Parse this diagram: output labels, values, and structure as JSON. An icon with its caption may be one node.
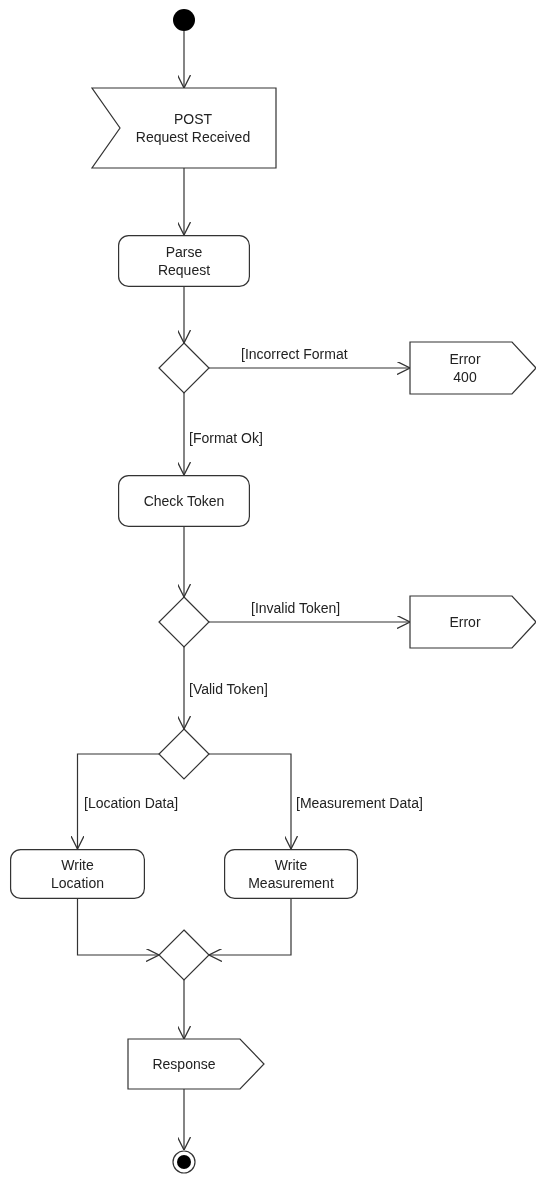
{
  "diagram": {
    "nodes": [
      {
        "text": [],
        "shape": "circle"
      },
      {
        "text": [
          "POST",
          "Request Received"
        ]
      },
      {
        "text": [
          "Parse Request"
        ]
      },
      {
        "text": [],
        "shape": "diamond"
      },
      {
        "text": [
          "Error 400"
        ]
      },
      {
        "text": [
          "Check Token"
        ]
      },
      {
        "text": [],
        "shape": "diamond"
      },
      {
        "text": [
          "Error"
        ]
      },
      {
        "text": [],
        "shape": "diamond"
      },
      {
        "text": [
          "Write Location"
        ]
      },
      {
        "text": [
          "Write Measurement"
        ]
      },
      {
        "text": [],
        "shape": "diamond"
      },
      {
        "text": [
          "Response"
        ]
      },
      {
        "text": [],
        "shape": "circle"
      }
    ],
    "edges": [
      {
        "from": 0,
        "to": 1,
        "arrow": "to"
      },
      {
        "from": 1,
        "to": 2,
        "arrow": "to"
      },
      {
        "from": 2,
        "to": 3,
        "arrow": "to"
      },
      {
        "from": 3,
        "to": 4,
        "arrow": "to",
        "label": "[Incorrect Format"
      },
      {
        "from": 3,
        "to": 5,
        "arrow": "to",
        "label": "[Format Ok]"
      },
      {
        "from": 5,
        "to": 6,
        "arrow": "to"
      },
      {
        "from": 6,
        "to": 7,
        "arrow": "to",
        "label": "[Invalid Token]"
      },
      {
        "from": 6,
        "to": 8,
        "arrow": "to",
        "label": "[Valid Token]"
      },
      {
        "from": 8,
        "to": 9,
        "arrow": "to",
        "label": "[Location Data]"
      },
      {
        "from": 8,
        "to": 10,
        "arrow": "to",
        "label": "[Measurement Data]"
      },
      {
        "from": 9,
        "to": 11,
        "arrow": "to"
      },
      {
        "from": 10,
        "to": 11,
        "arrow": "to"
      },
      {
        "from": 11,
        "to": 12,
        "arrow": "to"
      },
      {
        "from": 12,
        "to": 13,
        "arrow": "to"
      }
    ]
  }
}
